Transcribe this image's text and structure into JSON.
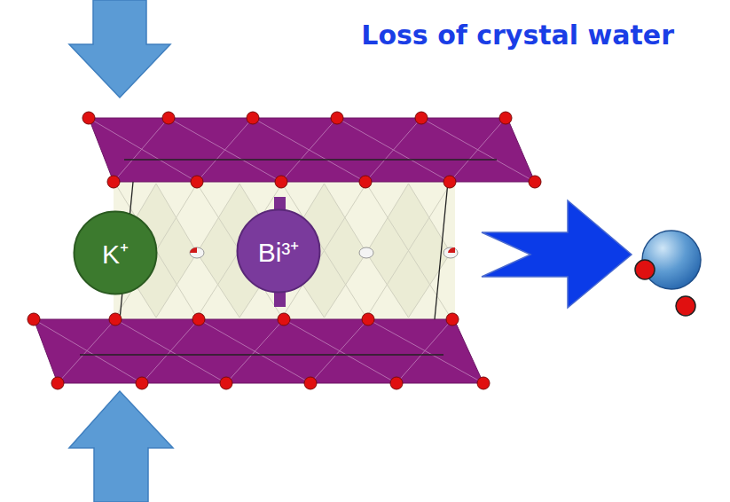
{
  "diagram": {
    "title": "Loss of crystal water",
    "nodes": [
      {
        "text": [
          "K⁺"
        ]
      },
      {
        "text": [
          "Bi³⁺"
        ]
      }
    ]
  }
}
